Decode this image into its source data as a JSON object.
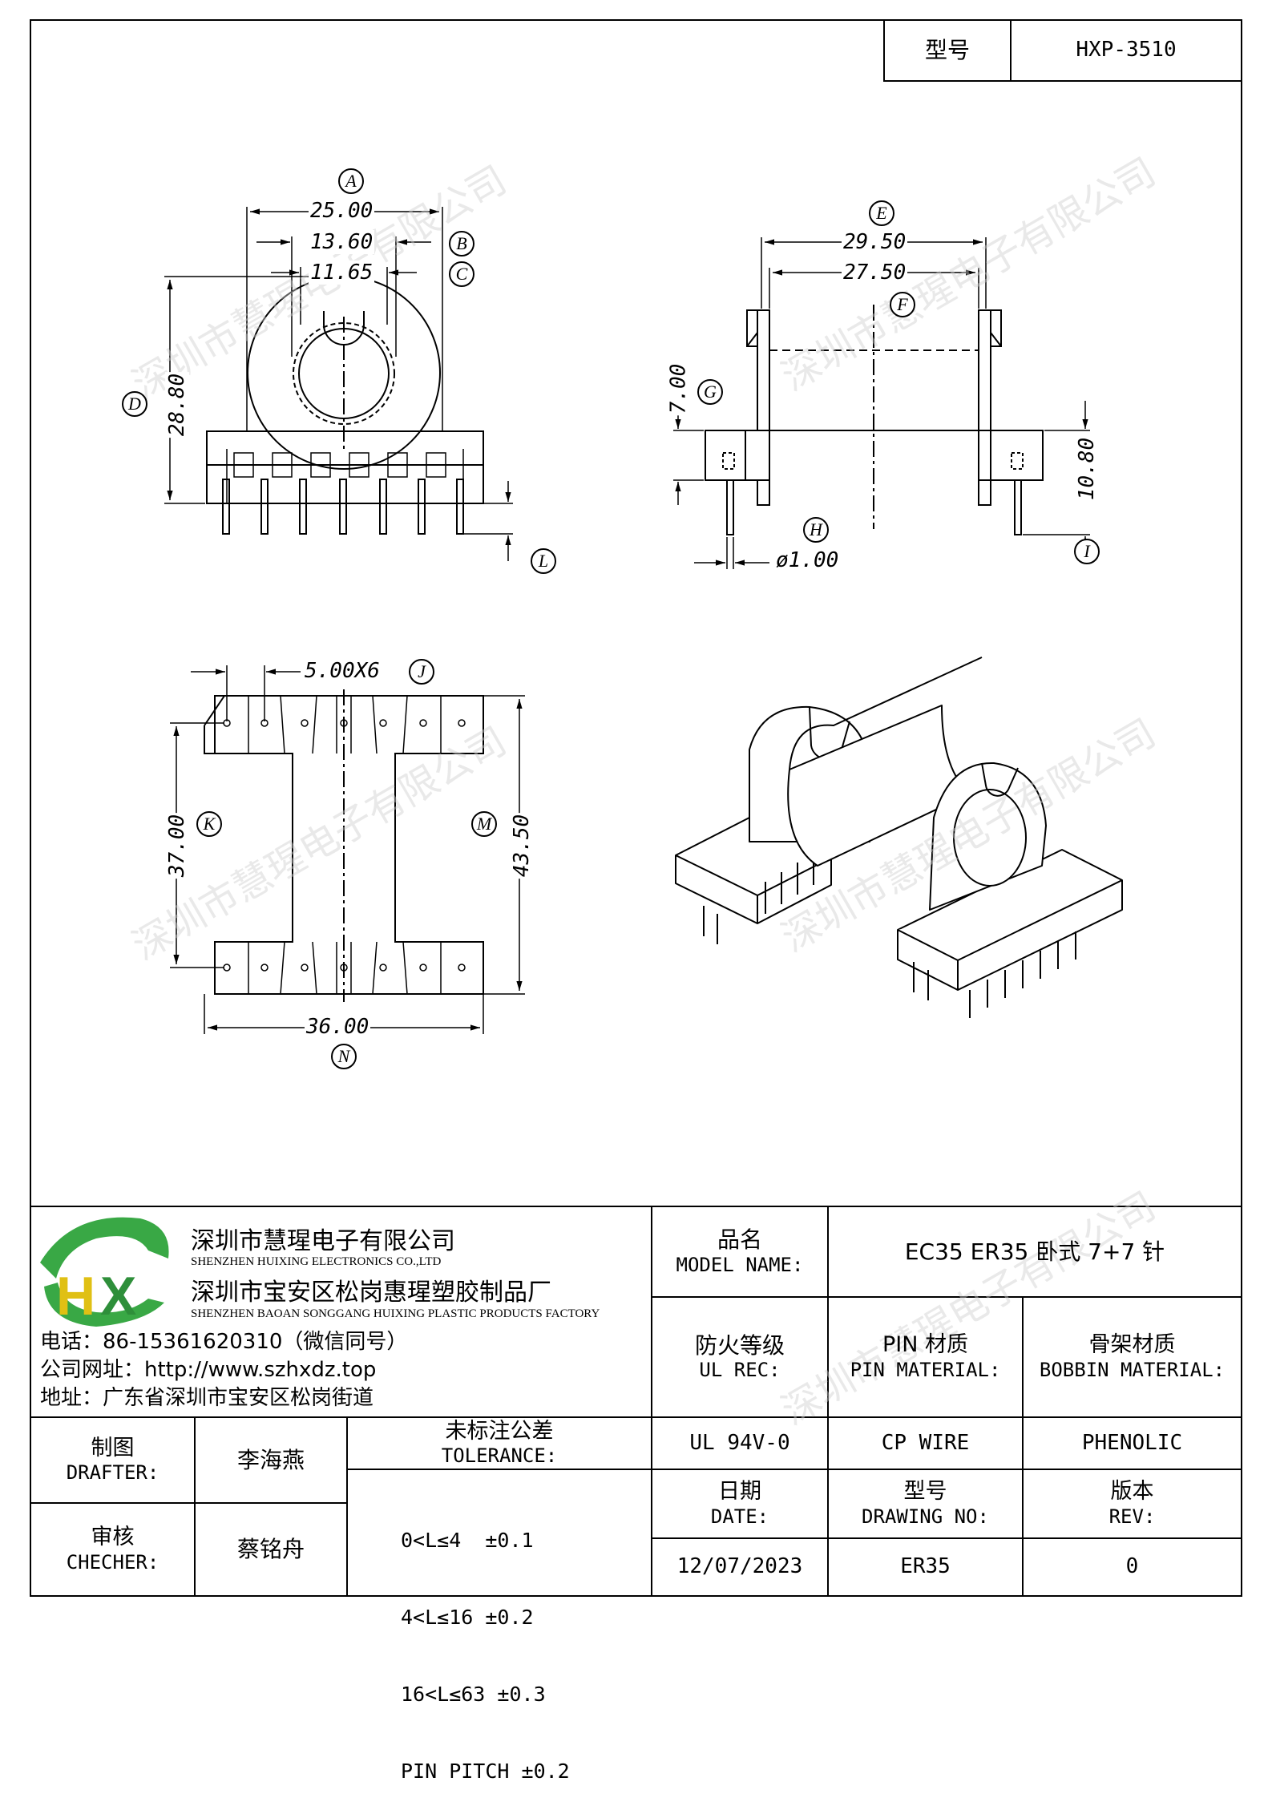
{
  "header": {
    "model_label": "型号",
    "model_value": "HXP-3510"
  },
  "watermark": "深圳市慧瑆电子有限公司",
  "dimensions": {
    "A": "A",
    "A_val": "25.00",
    "B": "B",
    "B_val": "13.60",
    "C": "C",
    "C_val": "11.65",
    "D": "D",
    "D_val": "28.80",
    "L": "L",
    "E": "E",
    "E_val": "29.50",
    "F": "F",
    "F_val": "27.50",
    "G": "G",
    "G_val": "7.00",
    "H": "H",
    "H_val": "ø1.00",
    "I": "I",
    "I_val": "10.80",
    "J": "J",
    "J_val": "5.00X6",
    "K": "K",
    "K_val": "37.00",
    "M": "M",
    "M_val": "43.50",
    "N": "N",
    "N_val": "36.00"
  },
  "company": {
    "logo_text": "HX",
    "name_cn": "深圳市慧瑆电子有限公司",
    "name_en": "SHENZHEN HUIXING ELECTRONICS CO.,LTD",
    "factory_cn": "深圳市宝安区松岗惠瑆塑胶制品厂",
    "factory_en": "SHENZHEN BAOAN SONGGANG HUIXING PLASTIC PRODUCTS FACTORY",
    "phone": "电话：86-15361620310（微信同号）",
    "website": "公司网址：http://www.szhxdz.top",
    "address": "地址：广东省深圳市宝安区松岗街道"
  },
  "title_block": {
    "model_name_cn": "品名",
    "model_name_en": "MODEL NAME:",
    "model_name_value": "EC35 ER35 卧式 7+7 针",
    "ul_cn": "防火等级",
    "ul_en": "UL REC:",
    "pin_cn": "PIN 材质",
    "pin_en": "PIN MATERIAL:",
    "bobbin_cn": "骨架材质",
    "bobbin_en": "BOBBIN MATERIAL:",
    "ul_value": "UL 94V-0",
    "pin_value": "CP WIRE",
    "bobbin_value": "PHENOLIC",
    "date_cn": "日期",
    "date_en": "DATE:",
    "drawing_cn": "型号",
    "drawing_en": "DRAWING NO:",
    "rev_cn": "版本",
    "rev_en": "REV:",
    "date_value": "12/07/2023",
    "drawing_value": "ER35",
    "rev_value": "0",
    "drafter_cn": "制图",
    "drafter_en": "DRAFTER:",
    "drafter_value": "李海燕",
    "checker_cn": "审核",
    "checker_en": "CHECHER:",
    "checker_value": "蔡铭舟",
    "tolerance_cn": "未标注公差",
    "tolerance_en": "TOLERANCE:",
    "tolerance_lines": [
      "0<L≤4  ±0.1",
      "4<L≤16 ±0.2",
      "16<L≤63 ±0.3",
      "PIN PITCH ±0.2"
    ]
  }
}
